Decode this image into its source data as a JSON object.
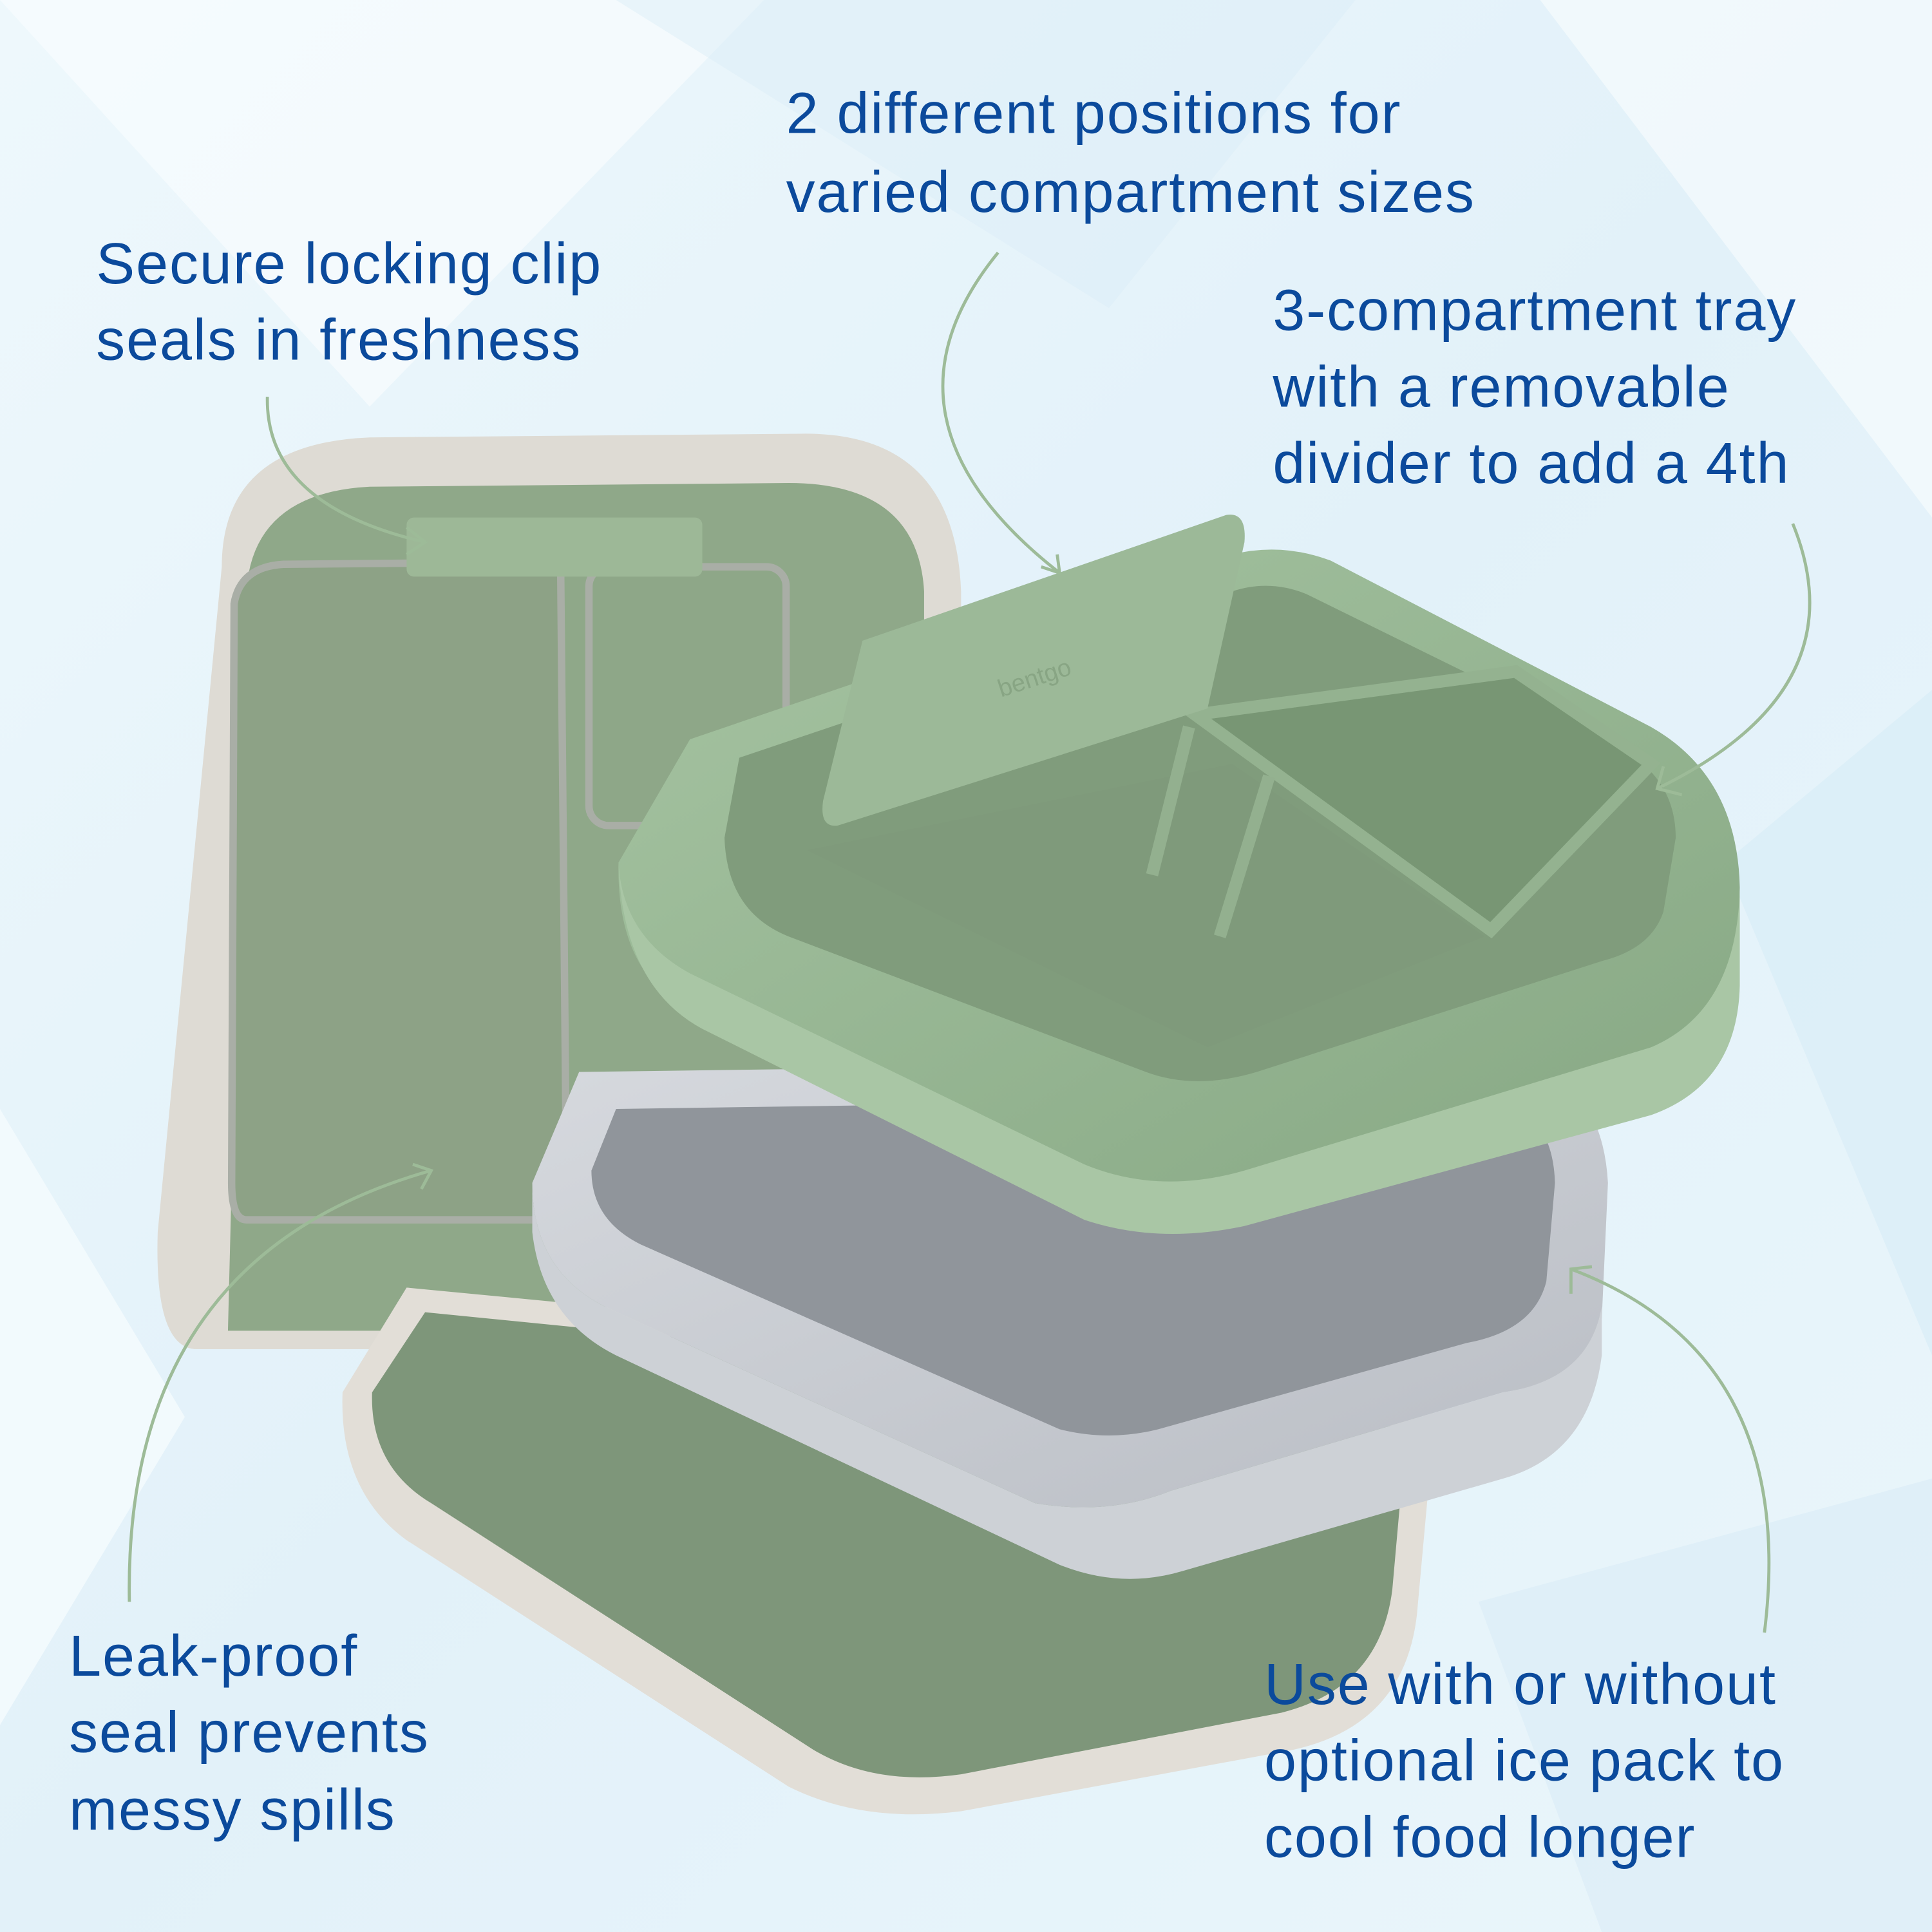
{
  "colors": {
    "text": "#0b4a9c",
    "arrow": "#9dbb98",
    "background": "#e8f5fb",
    "tray_green": "#93b38f",
    "ice_pack_grey": "#c4c8cf",
    "case_shell": "#dedbd4"
  },
  "callouts": [
    {
      "name": "positions",
      "lines": [
        "2 different positions for",
        "varied compartment sizes"
      ]
    },
    {
      "name": "clip",
      "lines": [
        "Secure locking clip",
        "seals in freshness"
      ]
    },
    {
      "name": "tray",
      "lines": [
        "3-compartment tray",
        "with a removable",
        "divider to add a 4th"
      ]
    },
    {
      "name": "seal",
      "lines": [
        "Leak-proof",
        "seal prevents",
        "messy spills"
      ]
    },
    {
      "name": "ice-pack",
      "lines": [
        "Use with or without",
        "optional ice pack to",
        "cool food longer"
      ]
    }
  ],
  "product": {
    "divider_logo": "bentgo"
  }
}
